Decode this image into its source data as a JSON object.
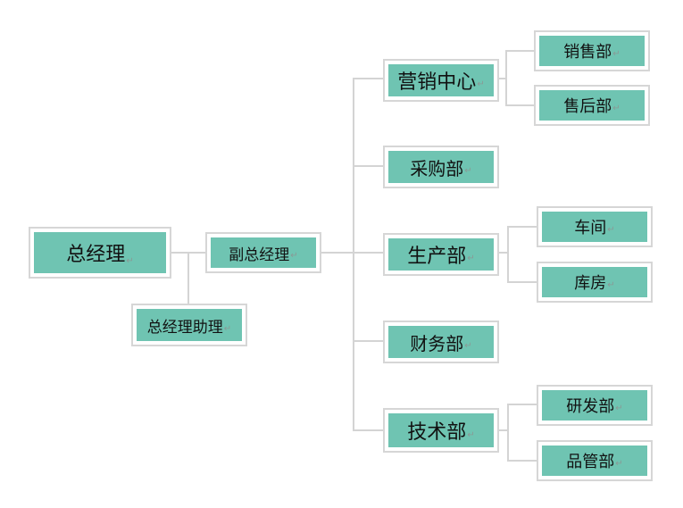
{
  "org_chart": {
    "root": "总经理",
    "assistant": "总经理助理",
    "deputy": "副总经理",
    "departments": [
      {
        "name": "营销中心",
        "children": [
          "销售部",
          "售后部"
        ]
      },
      {
        "name": "采购部",
        "children": []
      },
      {
        "name": "生产部",
        "children": [
          "车间",
          "库房"
        ]
      },
      {
        "name": "财务部",
        "children": []
      },
      {
        "name": "技术部",
        "children": [
          "研发部",
          "品管部"
        ]
      }
    ]
  },
  "colors": {
    "box_fill": "#6fc4b2",
    "box_border": "#d6d6d6",
    "connector": "#d4d4d4"
  }
}
